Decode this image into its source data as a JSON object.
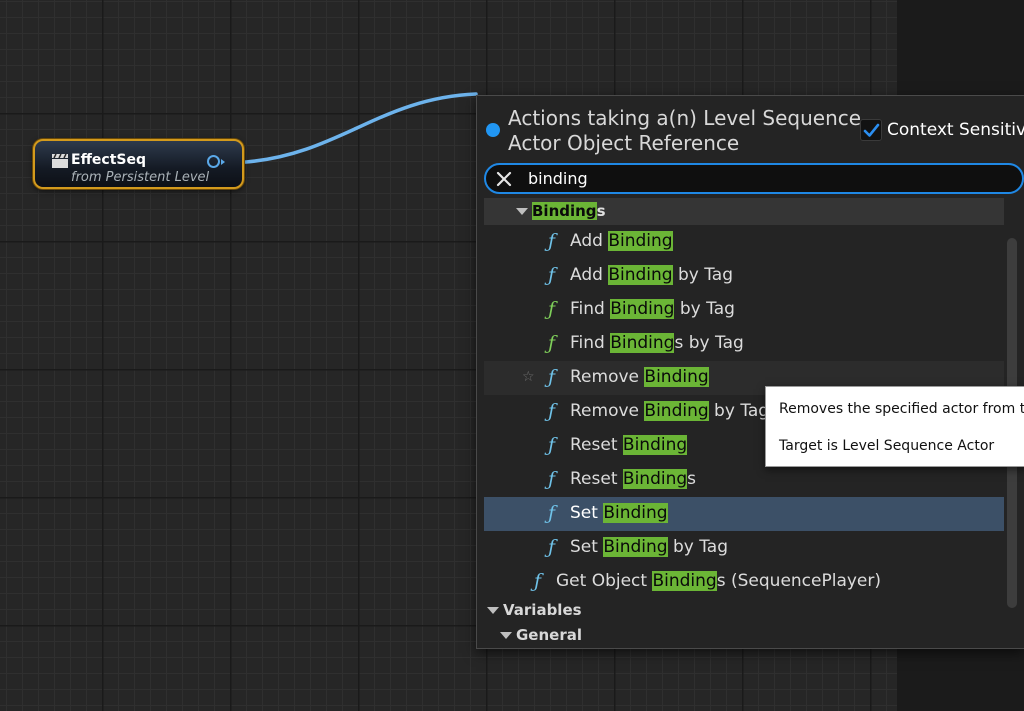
{
  "node": {
    "title": "EffectSeq",
    "subtitle": "from Persistent Level",
    "icon": "clapperboard-icon"
  },
  "panel": {
    "title": "Actions taking a(n) Level Sequence Actor Object Reference",
    "context_sensitive_label": "Context Sensitive",
    "context_sensitive_checked": true,
    "search_value": "binding",
    "search_placeholder": ""
  },
  "list": {
    "category": {
      "match": "Binding",
      "rest": "s"
    },
    "items": [
      {
        "pre": "Add ",
        "match": "Binding",
        "post": ""
      },
      {
        "pre": "Add ",
        "match": "Binding",
        "post": " by Tag"
      },
      {
        "pre": "Find ",
        "match": "Binding",
        "post": " by Tag"
      },
      {
        "pre": "Find ",
        "match": "Binding",
        "post": "s by Tag"
      },
      {
        "pre": "Remove ",
        "match": "Binding",
        "post": ""
      },
      {
        "pre": "Remove ",
        "match": "Binding",
        "post": " by Tag"
      },
      {
        "pre": "Reset ",
        "match": "Binding",
        "post": ""
      },
      {
        "pre": "Reset ",
        "match": "Binding",
        "post": "s"
      },
      {
        "pre": "Set ",
        "match": "Binding",
        "post": ""
      },
      {
        "pre": "Set ",
        "match": "Binding",
        "post": " by Tag"
      }
    ],
    "extra_item": {
      "pre": "Get Object ",
      "match": "Binding",
      "post": "s (SequencePlayer)"
    },
    "sections": {
      "variables": "Variables",
      "general": "General"
    },
    "selected_label": "Set Binding",
    "hovered_label": "Remove Binding"
  },
  "tooltip": {
    "line1": "Removes the specified actor from t",
    "line2": "Target is Level Sequence Actor"
  },
  "colors": {
    "highlight": "#6bb536",
    "accent": "#1f88e5",
    "wire": "#6db3ec",
    "node_border": "#d39a1d",
    "selection": "#3c5067"
  }
}
